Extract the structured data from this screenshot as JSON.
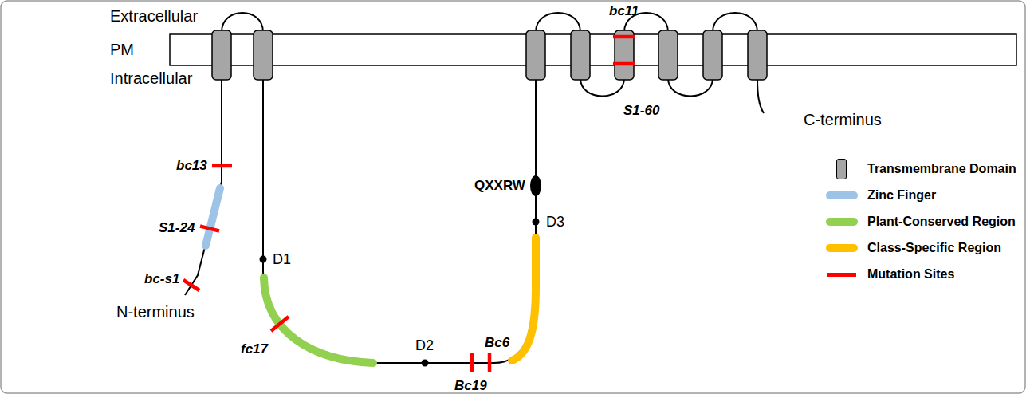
{
  "diagram": {
    "labels": [
      "Extracellular",
      "PM",
      "Intracellular",
      "bc11",
      "bc13",
      "S1-24",
      "bc-s1",
      "N-terminus",
      "QXXRW",
      "D1",
      "D2",
      "D3",
      "fc17",
      "Bc19",
      "Bc6",
      "S1-60",
      "C-terminus"
    ],
    "legend": [
      {
        "text": "Transmembrane Domain"
      },
      {
        "text": "Zinc Finger",
        "color": "#9DC3E6"
      },
      {
        "text": "Plant-Conserved Region",
        "color": "#92D050"
      },
      {
        "text": "Class-Specific Region",
        "color": "#FFC000"
      },
      {
        "text": "Mutation Sites",
        "color": "#FF0000"
      }
    ]
  }
}
